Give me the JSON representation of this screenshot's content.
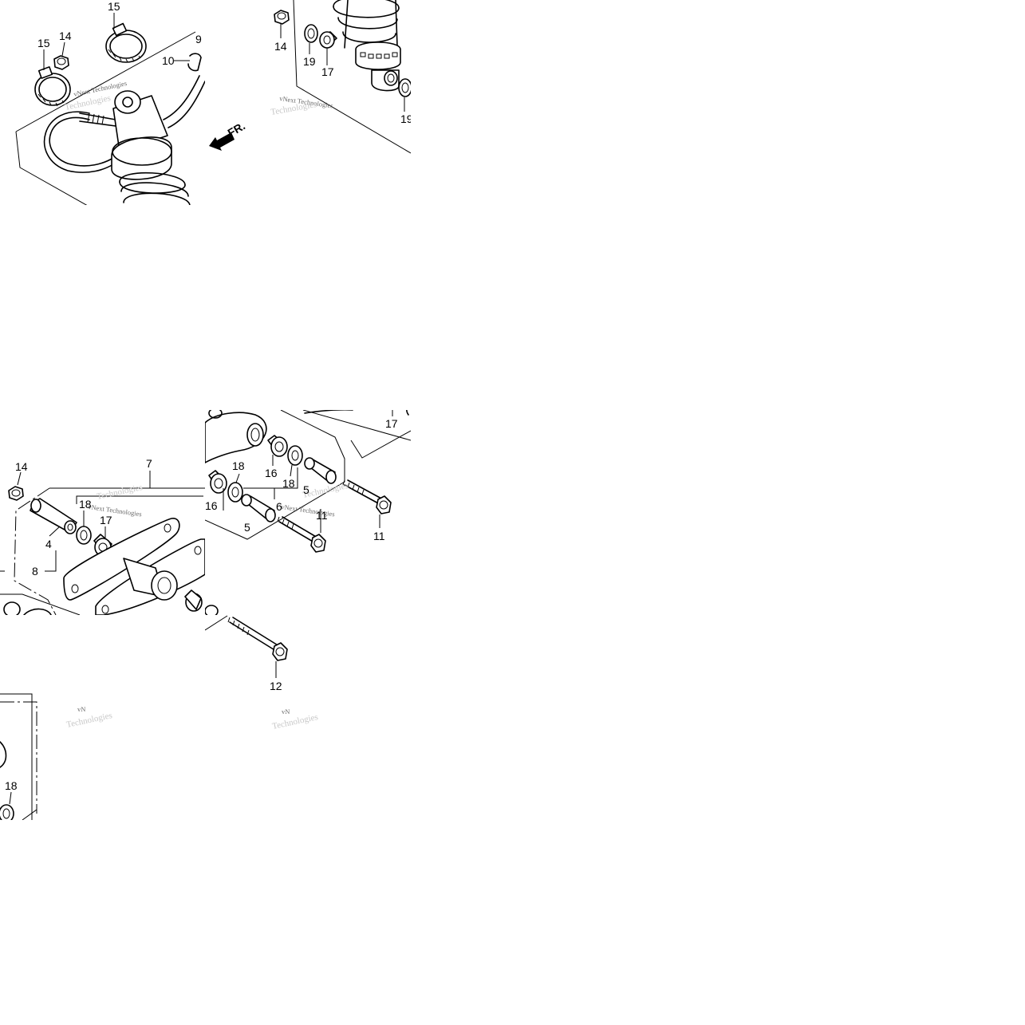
{
  "callouts": {
    "t1_15a": "15",
    "t1_15b": "15",
    "t1_14": "14",
    "t1_9": "9",
    "t1_10": "10",
    "t2_14": "14",
    "t2_19a": "19",
    "t2_17": "17",
    "t2_19b": "19",
    "t3_14": "14",
    "t3_7": "7",
    "t3_18": "18",
    "t3_17": "17",
    "t3_4": "4",
    "t3_8": "8",
    "t4_17": "17",
    "t4_18a": "18",
    "t4_16a": "16",
    "t4_18b": "18",
    "t4_16b": "16",
    "t4_5a": "5",
    "t4_5b": "5",
    "t4_6": "6",
    "t4_11a": "11",
    "t4_11b": "11",
    "t5_12": "12",
    "t6_18": "18"
  },
  "direction_marker": {
    "label": "FR.",
    "icon": "front-direction-arrow-icon"
  },
  "watermark": {
    "brand": "vNext Technologies",
    "short": "vN",
    "faint": "Technologies"
  }
}
